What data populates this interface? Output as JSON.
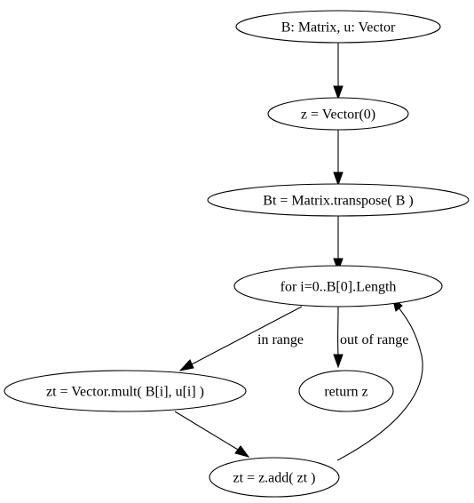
{
  "diagram": {
    "nodes": {
      "params": "B: Matrix, u: Vector",
      "init_z": "z = Vector(0)",
      "transpose": "Bt = Matrix.transpose( B )",
      "loop": "for i=0..B[0].Length",
      "mult": "zt = Vector.mult( B[i], u[i] )",
      "ret": "return z",
      "add": "zt = z.add( zt )"
    },
    "edges": {
      "in_range": "in range",
      "out_of_range": "out of range"
    }
  }
}
